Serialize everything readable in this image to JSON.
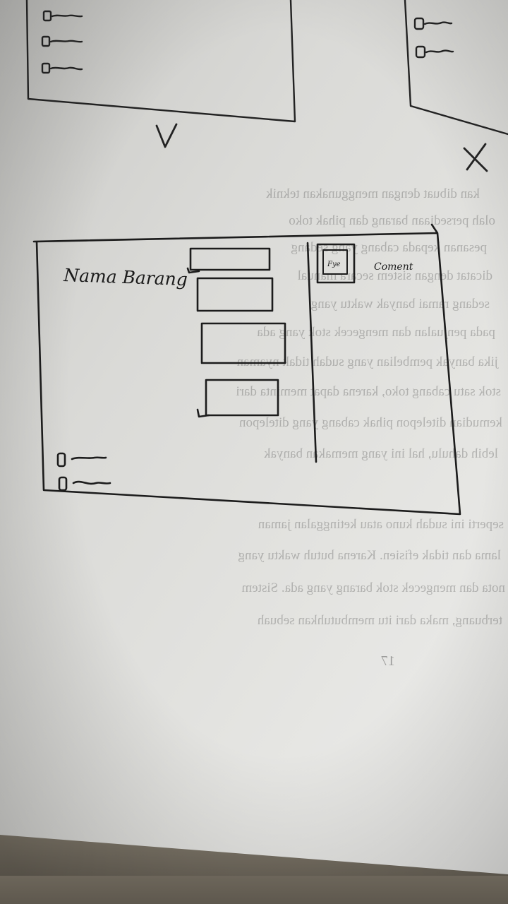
{
  "sketch": {
    "label_item_name": "Nama Barang",
    "label_comment": "Coment",
    "label_photo": "Fye",
    "mark_check": "✓",
    "mark_cross": "X"
  },
  "bleed_through": {
    "lines": [
      "kan dibuat dengan menggunakan teknik",
      "olah persediaan barang dan pihak toko",
      "pesanan kepada cabang yang sedang",
      "dicatat dengan sistem secara manual",
      "sedang ramai banyak waktu yang",
      "pada penjualan dan mengecek stok yang ada",
      "jika banyak pembelian yang sudah tidak nyaman",
      "stok satu cabang toko, karena dapat meminta dari",
      "kemudian ditelepon pihak cabang yang ditelepon",
      "lebih dahulu, hal ini yang memakan banyak",
      "seperti ini sudah kuno atau ketinggalan jaman",
      "lama dan tidak efisien. Karena butuh waktu yang",
      "nota dan mengecek stok barang yang ada. Sistem",
      "terbuang, maka dari itu membutuhkan sebuah"
    ],
    "page_number": "17"
  }
}
